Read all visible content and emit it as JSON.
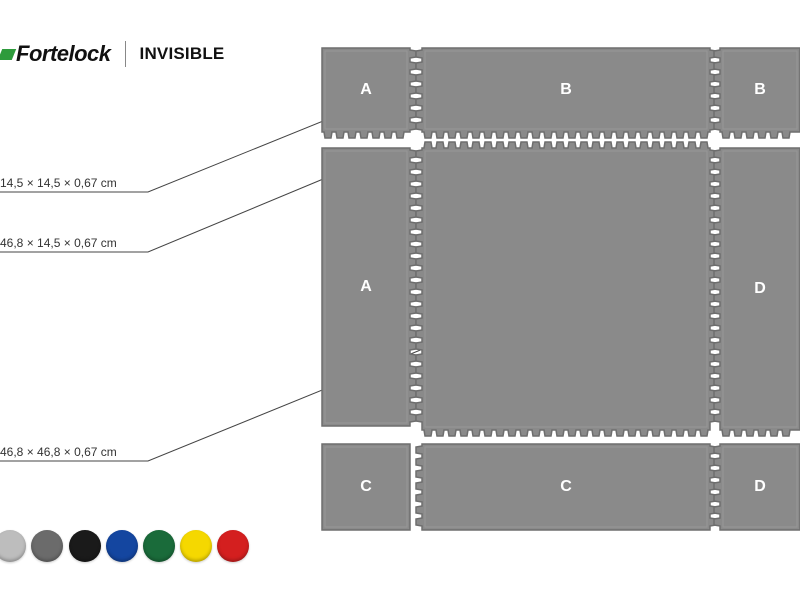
{
  "brand": {
    "name": "Fortelock",
    "product": "INVISIBLE"
  },
  "dimensions": {
    "corner": "14,5 × 14,5 × 0,67 cm",
    "edge": "46,8 × 14,5 × 0,67 cm",
    "tile": "46,8 × 46,8 × 0,67 cm"
  },
  "tiles": {
    "top_left": "A",
    "top_mid": "B",
    "top_right": "B",
    "mid_left": "A",
    "mid_right": "D",
    "bot_left": "C",
    "bot_mid": "C",
    "bot_right": "D"
  },
  "colors": {
    "tile_fill": "#8a8a8a",
    "tile_edge": "#6e6e6e",
    "swatches": [
      "#bdbdbd",
      "#6b6b6b",
      "#1a1a1a",
      "#1446a0",
      "#1a6b3a",
      "#f5d800",
      "#d41f1f"
    ]
  },
  "swatch_names": [
    "light-grey",
    "dark-grey",
    "black",
    "blue",
    "green",
    "yellow",
    "red"
  ]
}
